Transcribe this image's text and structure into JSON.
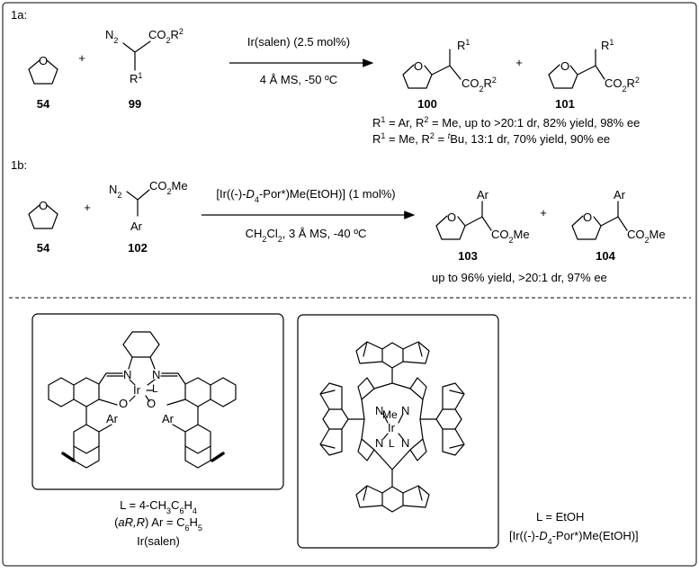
{
  "section_1a": {
    "label": "1a:",
    "compounds": {
      "thf": "54",
      "diazo": "99",
      "product_a": "100",
      "product_b": "101"
    },
    "diazo_groups": {
      "n2": "N",
      "n2_sub": "2",
      "ester": "CO",
      "ester_sub": "2",
      "ester_r": "R",
      "ester_r_sup": "2",
      "r1": "R",
      "r1_sup": "1"
    },
    "conditions_top": "Ir(salen) (2.5 mol%)",
    "conditions_bottom": "4 Å MS, -50 ºC",
    "plus": "+",
    "results": [
      {
        "p1": "R",
        "p1s": "1",
        "p2": " = Ar, R",
        "p2s": "2",
        "p3": " = Me, up to >20:1 dr, 82% yield, 98% ee"
      },
      {
        "p1": "R",
        "p1s": "1",
        "p2": " = Me, R",
        "p2s": "2",
        "p3": " = ",
        "p3s": "t",
        "p4": "Bu, 13:1 dr, 70% yield, 90% ee"
      }
    ]
  },
  "section_1b": {
    "label": "1b:",
    "compounds": {
      "thf": "54",
      "diazo": "102",
      "product_a": "103",
      "product_b": "104"
    },
    "diazo_groups": {
      "n2": "N",
      "n2_sub": "2",
      "ester": "CO",
      "ester_sub": "2",
      "ester_me": "Me",
      "ar": "Ar"
    },
    "conditions_top": {
      "a": "[Ir((-)-",
      "b": "D",
      "c": "4",
      "d": "-Por*)Me(EtOH)] (1 mol%)"
    },
    "conditions_bottom": {
      "a": "CH",
      "b": "2",
      "c": "Cl",
      "d": "2",
      "e": ", 3 Å MS, -40 ºC"
    },
    "plus": "+",
    "results": "up to 96% yield, >20:1 dr, 97% ee"
  },
  "atoms": {
    "O": "O",
    "N": "N",
    "Ir": "Ir",
    "L": "L",
    "Me": "Me",
    "Ar": "Ar",
    "R": "R",
    "CO": "CO",
    "sub2": "2",
    "sup1": "1",
    "sup2": "2"
  },
  "catalyst_salen": {
    "legend_l": {
      "a": "L = 4-CH",
      "b": "3",
      "c": "C",
      "d": "6",
      "e": "H",
      "f": "4"
    },
    "legend_ar": {
      "a": "(",
      "b": "aR,R",
      "c": ") Ar = C",
      "d": "6",
      "e": "H",
      "f": "5"
    },
    "name": "Ir(salen)"
  },
  "catalyst_por": {
    "legend_l": "L = EtOH",
    "name": {
      "a": "[Ir((-)-",
      "b": "D",
      "c": "4",
      "d": "-Por*)Me(EtOH)]"
    }
  }
}
